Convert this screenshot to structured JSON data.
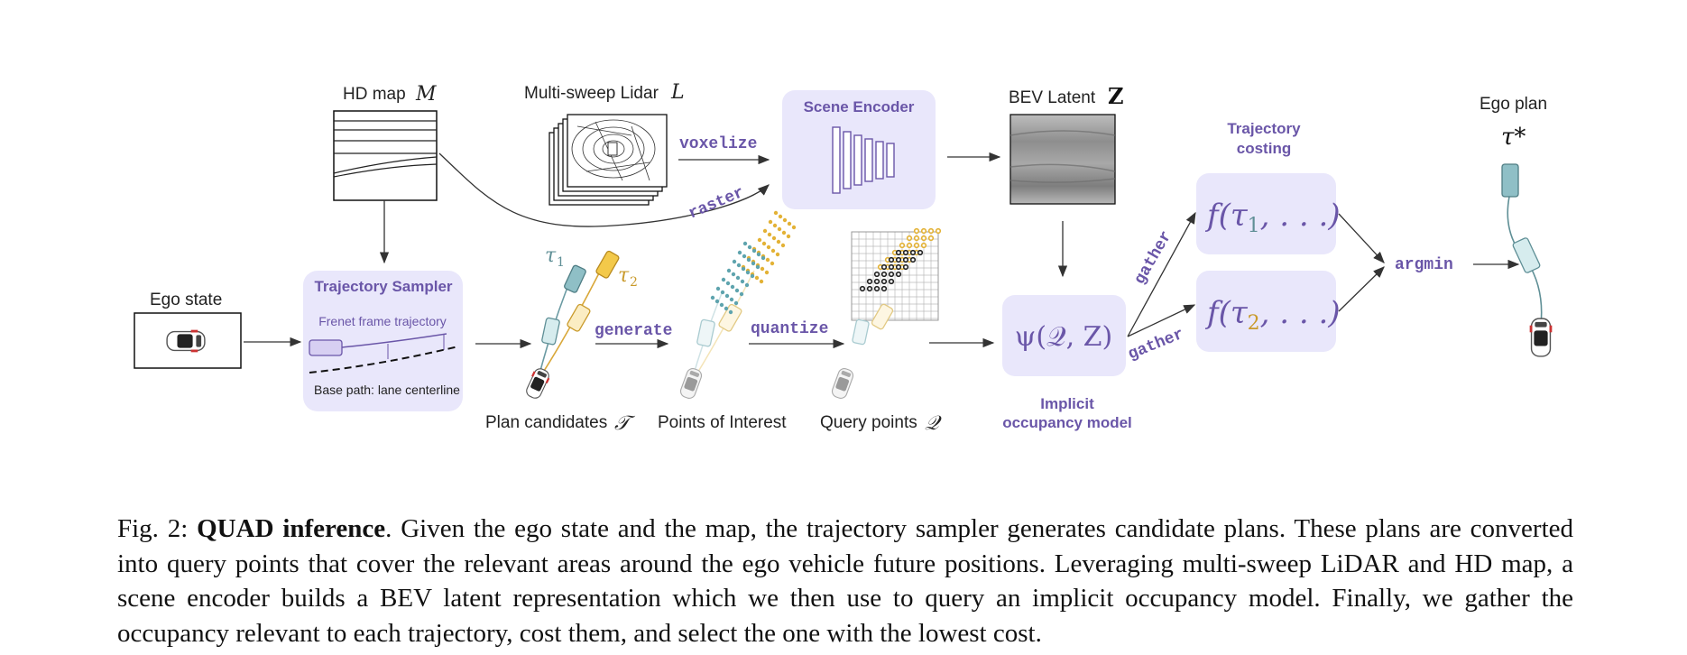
{
  "diagram": {
    "hd_map": {
      "label": "HD map",
      "symbol": "M"
    },
    "lidar": {
      "label": "Multi-sweep Lidar",
      "symbol": "L"
    },
    "scene_encoder": {
      "title": "Scene Encoder"
    },
    "bev_latent": {
      "label": "BEV Latent",
      "symbol": "Z"
    },
    "edges": {
      "voxelize": "voxelize",
      "raster": "raster",
      "generate": "generate",
      "quantize": "quantize",
      "gather_top": "gather",
      "gather_bottom": "gather",
      "argmin": "argmin"
    },
    "ego_state": {
      "label": "Ego state"
    },
    "trajectory_sampler": {
      "title": "Trajectory Sampler",
      "frenet": "Frenet frame trajectory",
      "base_path": "Base path: lane centerline"
    },
    "plan_candidates": {
      "label": "Plan candidates",
      "symbol": "𝒯",
      "tau1": "τ",
      "tau1_sub": "1",
      "tau2": "τ",
      "tau2_sub": "2"
    },
    "points_of_interest": {
      "label": "Points of Interest"
    },
    "query_points": {
      "label": "Query points",
      "symbol": "𝒬"
    },
    "occupancy_model": {
      "formula": "ψ(𝒬, Z)",
      "title_line1": "Implicit",
      "title_line2": "occupancy model"
    },
    "trajectory_costing": {
      "title_line1": "Trajectory",
      "title_line2": "costing",
      "cost1": "f(τ",
      "cost1_sub": "1",
      "cost1_tail": ", . . .)",
      "cost2": "f(τ",
      "cost2_sub": "2",
      "cost2_tail": ", . . .)"
    },
    "ego_plan": {
      "label": "Ego plan",
      "symbol": "τ*"
    },
    "colors": {
      "purple": "#6a56a8",
      "box_fill": "#e9e7fb",
      "teal": "#8fbfc6",
      "yellow": "#f3c94a",
      "light_teal": "#d6ecee",
      "light_yellow": "#fbedc3"
    }
  },
  "caption": {
    "fig": "Fig. 2:",
    "title": "QUAD inference",
    "text": ". Given the ego state and the map, the trajectory sampler generates candidate plans. These plans are converted into query points that cover the relevant areas around the ego vehicle future positions. Leveraging multi-sweep LiDAR and HD map, a scene encoder builds a BEV latent representation which we then use to query an implicit occupancy model. Finally, we gather the occupancy relevant to each trajectory, cost them, and select the one with the lowest cost."
  }
}
